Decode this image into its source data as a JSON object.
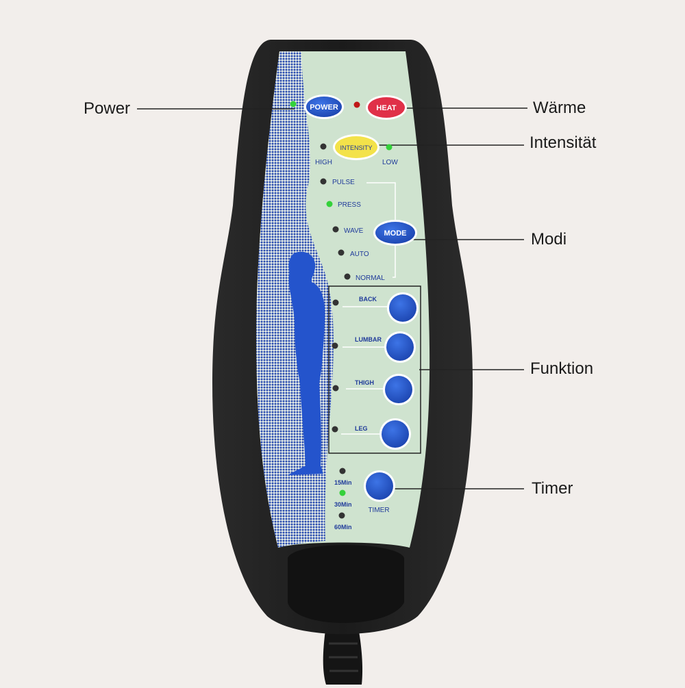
{
  "callouts": {
    "power": "Power",
    "heat": "Wärme",
    "intensity": "Intensität",
    "mode": "Modi",
    "function": "Funktion",
    "timer": "Timer"
  },
  "buttons": {
    "power": "POWER",
    "heat": "HEAT",
    "intensity": "INTENSITY",
    "mode": "MODE",
    "timer": "TIMER"
  },
  "intensity_levels": {
    "high": "HIGH",
    "low": "LOW"
  },
  "modes": [
    "PULSE",
    "PRESS",
    "WAVE",
    "AUTO",
    "NORMAL"
  ],
  "zones": [
    "BACK",
    "LUMBAR",
    "THIGH",
    "LEG"
  ],
  "timer_options": [
    "15Min",
    "30Min",
    "60Min"
  ],
  "colors": {
    "background": "#f2eeeb",
    "panel": "#cfe3cf",
    "button_blue": "#2357c9",
    "button_red": "#e03048",
    "button_yellow": "#f3e24a",
    "led_green": "#34d13a",
    "led_red": "#c01818"
  }
}
